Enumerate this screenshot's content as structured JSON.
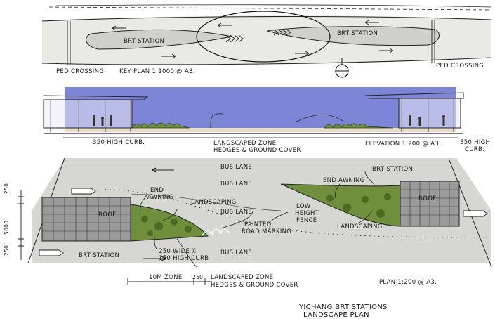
{
  "key_plan": {
    "station_left": "BRT STATION",
    "station_right": "BRT STATION",
    "ped_crossing_left": "PED CROSSING",
    "ped_crossing_right": "PED CROSSING",
    "title": "KEY PLAN 1:1000 @ A3."
  },
  "elevation": {
    "curb_left": "350 HIGH CURB.",
    "curb_right_1": "350 HIGH",
    "curb_right_2": "CURB.",
    "zone_1": "LANDSCAPED ZONE",
    "zone_2": "HEDGES & GROUND COVER",
    "title": "ELEVATION 1:200 @ A3."
  },
  "plan": {
    "bus_lane_1": "BUS LANE",
    "bus_lane_2": "BUS LANE",
    "bus_lane_3": "BUS LANE",
    "bus_lane_4": "BUS LANE",
    "end_awning_left_1": "END",
    "end_awning_left_2": "AWNING",
    "end_awning_right": "END AWNING",
    "brt_station_top": "BRT STATION",
    "brt_station_bottom": "BRT STATION",
    "roof_left": "ROOF",
    "roof_right": "ROOF",
    "landscaping_1": "LANDSCAPING",
    "landscaping_2": "LANDSCAPING",
    "low_fence_1": "LOW",
    "low_fence_2": "HEIGHT",
    "low_fence_3": "FENCE",
    "painted_1": "PAINTED",
    "painted_2": "ROAD MARKING",
    "curb_1": "250 WIDE X",
    "curb_2": "150 HIGH CURB",
    "zone_1": "LANDSCAPED ZONE",
    "zone_2": "HEDGES & GROUND COVER",
    "dim_10m": "10M ZONE",
    "dim_250": "250",
    "dim_5000": "5000",
    "dim_250_left": "250",
    "dim_250_left_2": "250",
    "title": "PLAN 1:200 @ A3."
  },
  "sheet_title_1": "YICHANG BRT STATIONS",
  "sheet_title_2": "LANDSCAPE PLAN",
  "colors": {
    "sky": "#7d85d6",
    "road": "#d6d6d2",
    "roof": "#9a9a9a",
    "landscape": "#6f8f3c",
    "ink": "#1a1a1a"
  }
}
